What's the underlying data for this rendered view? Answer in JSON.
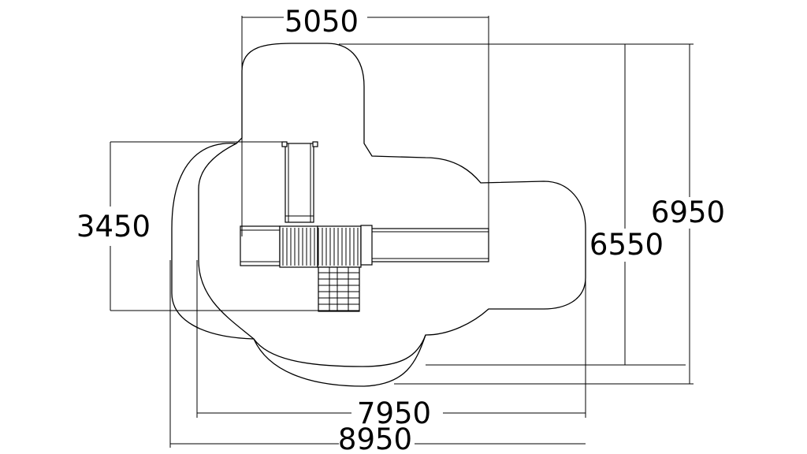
{
  "dimensions": {
    "top_width": "5050",
    "left_height": "3450",
    "right_outer_height": "6950",
    "right_inner_height": "6550",
    "bottom_inner_width": "7950",
    "bottom_outer_width": "8950"
  }
}
